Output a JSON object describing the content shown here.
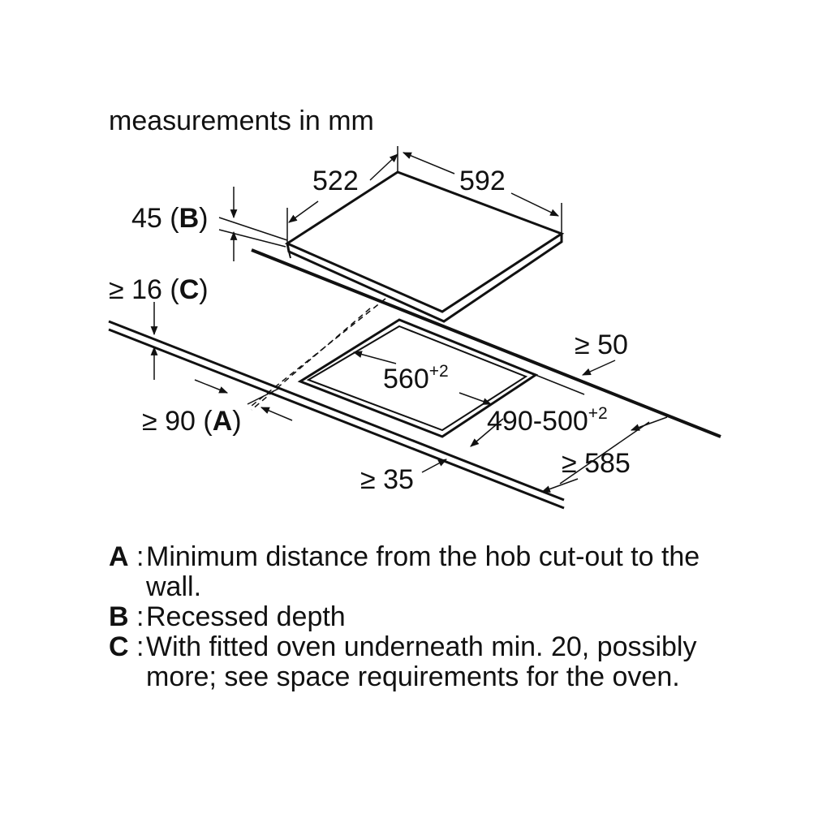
{
  "header": {
    "units_note": "measurements in mm"
  },
  "dimensions": {
    "hob_depth": "522",
    "hob_width": "592",
    "recess_value": "45",
    "recess_ref": "B",
    "oven_gap_prefix": "≥ 16",
    "oven_gap_ref": "C",
    "back_clearance": "≥ 50",
    "cutout_width": "560",
    "cutout_width_tol": "+2",
    "cutout_depth": "490-500",
    "cutout_depth_tol": "+2",
    "wall_distance_prefix": "≥ 90",
    "wall_distance_ref": "A",
    "front_clearance": "≥ 35",
    "worktop_depth": "≥ 585"
  },
  "legend": [
    {
      "key": "A",
      "text": "Minimum distance from the hob cut-out to the wall."
    },
    {
      "key": "B",
      "text": "Recessed depth"
    },
    {
      "key": "C",
      "text": "With fitted oven underneath min. 20, possibly more; see space requirements for the oven."
    }
  ],
  "colors": {
    "ink": "#111111",
    "background": "#ffffff"
  }
}
